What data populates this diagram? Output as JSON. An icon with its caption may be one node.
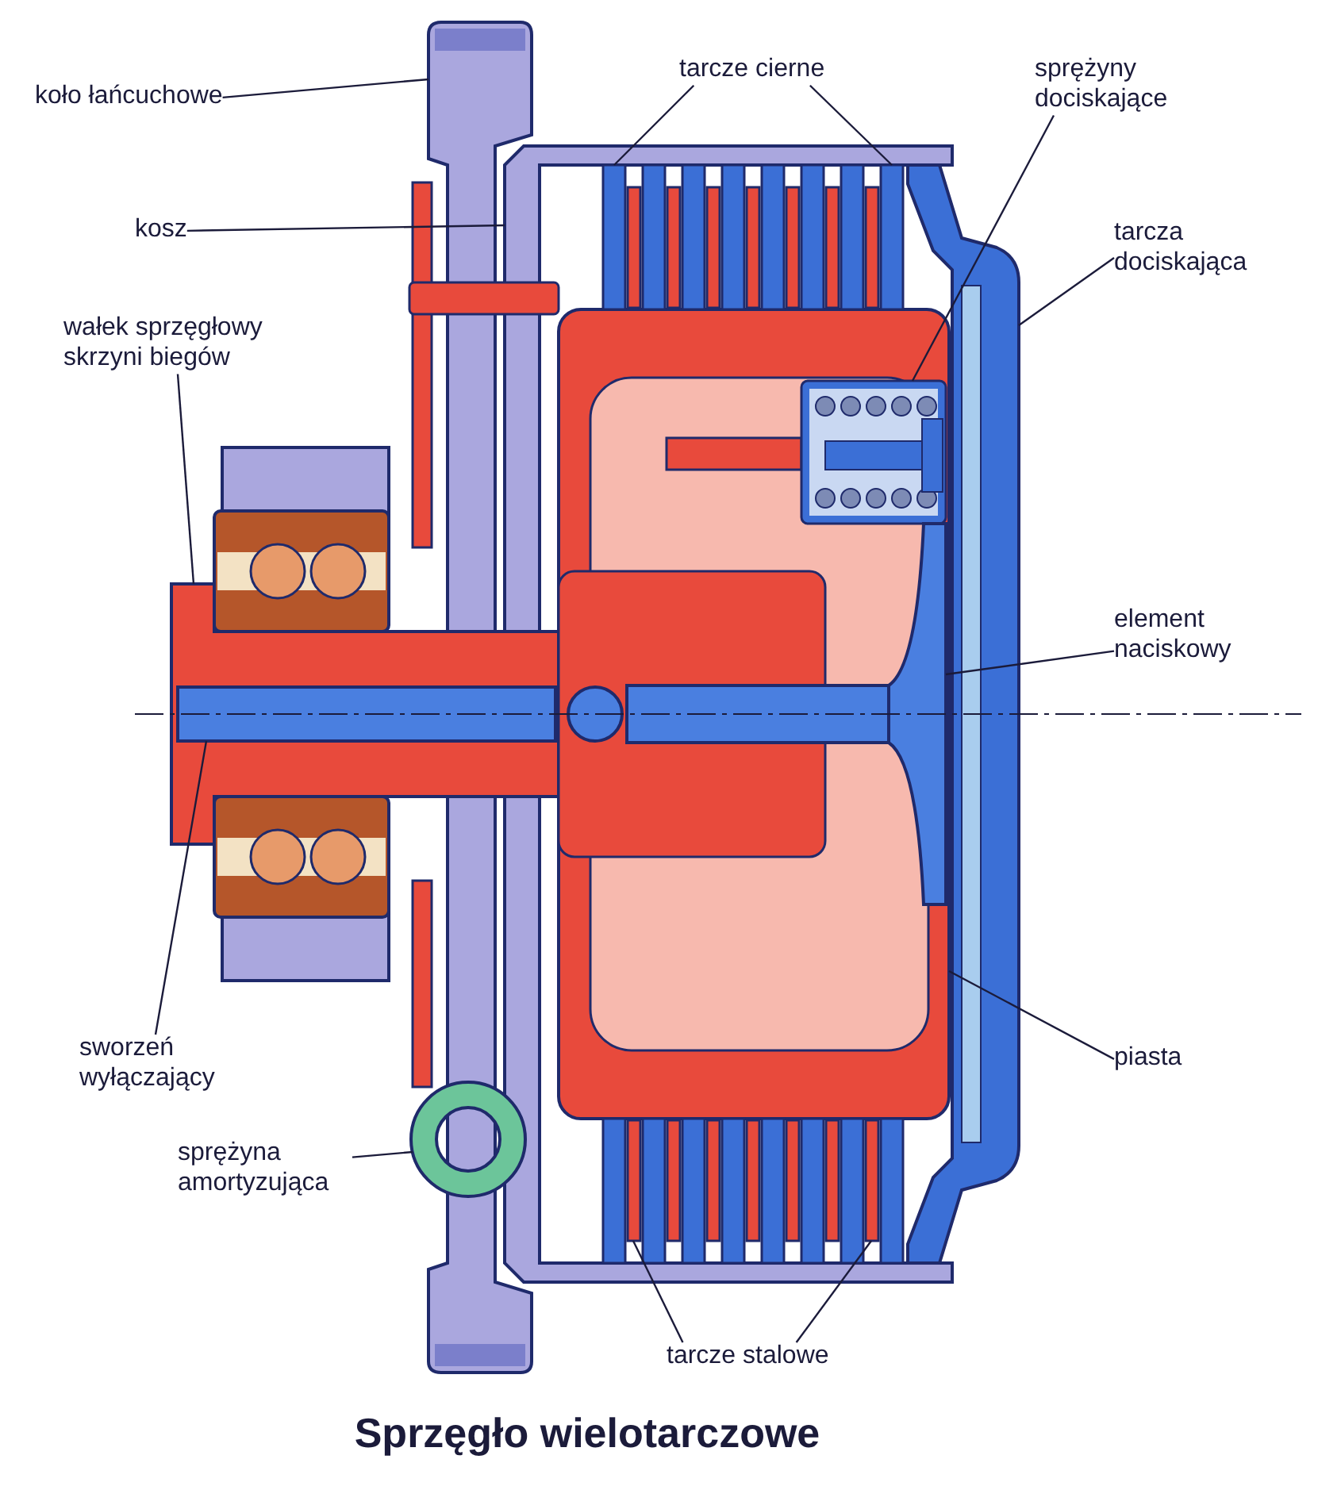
{
  "diagram": {
    "title": "Sprzęgło wielotarczowe",
    "nodes": [
      {
        "text": [
          "koło łańcuchowe"
        ]
      },
      {
        "text": [
          "tarcze cierne"
        ]
      },
      {
        "text": [
          "sprężyny dociskające"
        ]
      },
      {
        "text": [
          "kosz"
        ]
      },
      {
        "text": [
          "tarcza dociskająca"
        ]
      },
      {
        "text": [
          "wałek sprzęgłowy skrzyni biegów"
        ]
      },
      {
        "text": [
          "element naciskowy"
        ]
      },
      {
        "text": [
          "sworzeń wyłączający"
        ]
      },
      {
        "text": [
          "piasta"
        ]
      },
      {
        "text": [
          "sprężyna amortyzująca"
        ]
      },
      {
        "text": [
          "tarcze stalowe"
        ]
      },
      {
        "text": [],
        "shape": "picture"
      },
      {
        "text": [],
        "shape": "picture"
      },
      {
        "text": [],
        "shape": "picture"
      },
      {
        "text": [],
        "shape": "box"
      },
      {
        "text": [],
        "shape": "box"
      },
      {
        "text": [],
        "shape": "picture",
        "in": 20
      },
      {
        "text": [],
        "shape": "picture"
      },
      {
        "text": [],
        "shape": "picture",
        "in": 20
      },
      {
        "text": [],
        "shape": "bar",
        "in": 13
      },
      {
        "text": [],
        "shape": "picture"
      },
      {
        "text": [],
        "shape": "picture"
      },
      {
        "text": [],
        "shape": "box"
      },
      {
        "text": [],
        "shape": "box"
      }
    ],
    "edges": [
      {
        "from": 0,
        "to": 11,
        "arrow": "none"
      },
      {
        "from": 1,
        "to": 14,
        "arrow": "none"
      },
      {
        "from": 1,
        "to": 15,
        "arrow": "none"
      },
      {
        "from": 2,
        "to": 16,
        "arrow": "none"
      },
      {
        "from": 3,
        "to": 12,
        "arrow": "none"
      },
      {
        "from": 4,
        "to": 17,
        "arrow": "none"
      },
      {
        "from": 5,
        "to": 13,
        "arrow": "none"
      },
      {
        "from": 6,
        "to": 18,
        "arrow": "none"
      },
      {
        "from": 7,
        "to": 19,
        "arrow": "none"
      },
      {
        "from": 8,
        "to": 20,
        "arrow": "none"
      },
      {
        "from": 9,
        "to": 21,
        "arrow": "none"
      },
      {
        "from": 10,
        "to": 22,
        "arrow": "none"
      },
      {
        "from": 10,
        "to": 23,
        "arrow": "none"
      }
    ]
  }
}
